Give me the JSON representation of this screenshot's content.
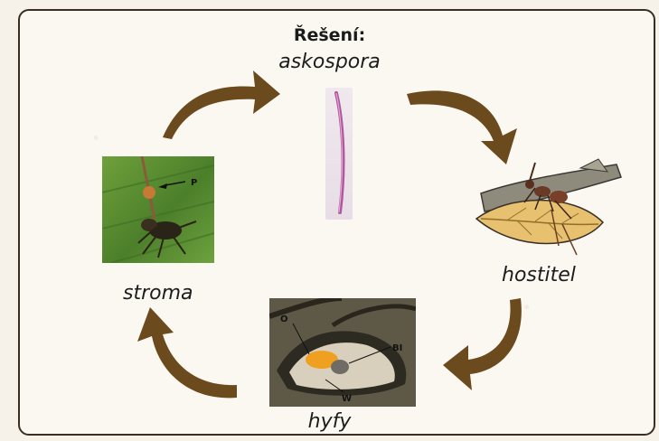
{
  "heading": "Řešení:",
  "labels": {
    "askospora": "askospora",
    "hostitel": "hostitel",
    "stroma": "stroma",
    "hyfy": "hyfy"
  },
  "image_tags": {
    "stroma_p": "P",
    "hyfy_o": "O",
    "hyfy_bi": "BI",
    "hyfy_w": "W"
  },
  "colors": {
    "arrow": "#6b4a1e",
    "frame_border": "#3a2e22",
    "background": "#fbf8f2"
  },
  "icons": [
    "askospora-image",
    "stroma-image",
    "hyfy-image",
    "hostitel-illustration",
    "cycle-arrow"
  ]
}
